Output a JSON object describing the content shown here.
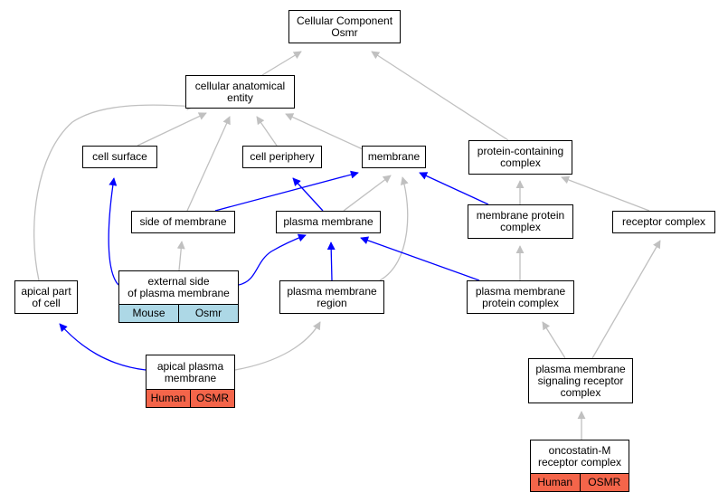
{
  "colors": {
    "gray_edge": "#c0c0c0",
    "blue_edge": "#0000ff",
    "mouse_fill": "#add8e6",
    "human_fill": "#f4654a"
  },
  "nodes": {
    "root": "Cellular Component\nOsmr",
    "cae": "cellular anatomical\nentity",
    "cell_surface": "cell surface",
    "cell_periphery": "cell periphery",
    "membrane": "membrane",
    "protein_complex": "protein-containing\ncomplex",
    "side_membrane": "side of membrane",
    "plasma_membrane": "plasma membrane",
    "membrane_protein_complex": "membrane protein\ncomplex",
    "receptor_complex": "receptor complex",
    "apical_part": "apical part\nof cell",
    "external_side": {
      "title": "external side\nof plasma membrane",
      "species": "Mouse",
      "gene": "Osmr"
    },
    "pm_region": "plasma membrane\nregion",
    "pm_protein_complex": "plasma membrane\nprotein complex",
    "apical_pm": {
      "title": "apical plasma\nmembrane",
      "species": "Human",
      "gene": "OSMR"
    },
    "pm_signaling": "plasma membrane\nsignaling receptor\ncomplex",
    "osm_receptor": {
      "title": "oncostatin-M\nreceptor complex",
      "species": "Human",
      "gene": "OSMR"
    }
  }
}
